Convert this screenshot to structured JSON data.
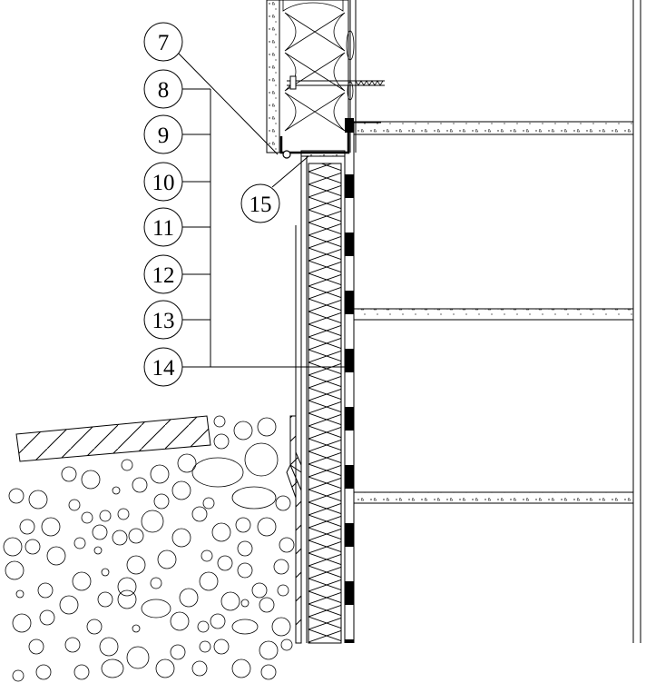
{
  "callouts": [
    {
      "id": "c7",
      "text": "7"
    },
    {
      "id": "c8",
      "text": "8"
    },
    {
      "id": "c9",
      "text": "9"
    },
    {
      "id": "c10",
      "text": "10"
    },
    {
      "id": "c11",
      "text": "11"
    },
    {
      "id": "c12",
      "text": "12"
    },
    {
      "id": "c13",
      "text": "13"
    },
    {
      "id": "c14",
      "text": "14"
    },
    {
      "id": "c15",
      "text": "15"
    }
  ]
}
